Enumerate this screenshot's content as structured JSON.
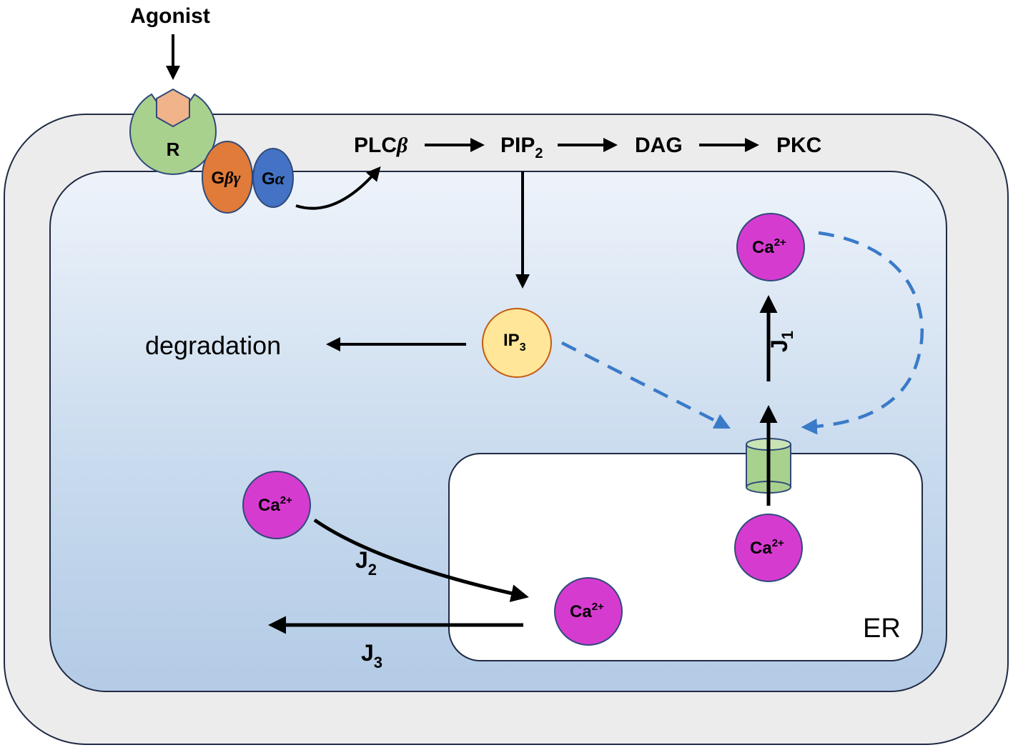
{
  "labels": {
    "agonist": "Agonist",
    "receptor": "R",
    "gbg_g": "G",
    "gbg_greek": "βγ",
    "ga_g": "G",
    "ga_greek": "α",
    "plc_base": "PLC",
    "plc_greek": "β",
    "pip_base": "PIP",
    "pip_sub": "2",
    "dag": "DAG",
    "pkc": "PKC",
    "ip3_base": "IP",
    "ip3_sub": "3",
    "degradation": "degradation",
    "ca_base": "Ca",
    "ca_sup": "2+",
    "j1_base": "J",
    "j1_sub": "1",
    "j2_base": "J",
    "j2_sub": "2",
    "j3_base": "J",
    "j3_sub": "3",
    "er": "ER"
  },
  "colors": {
    "membrane": "#ececec",
    "cytosol_top": "#eef3fa",
    "cytosol_bottom": "#b8cfe7",
    "receptor": "#a9d18e",
    "agonist_hex": "#f0b38a",
    "gbg": "#e07b39",
    "ga": "#4472c4",
    "ip3": "#ffe699",
    "ip3_stroke": "#c55a11",
    "calcium": "#d63bd0",
    "channel": "#a9d18e",
    "dashed_arrow": "#3a7bc8"
  }
}
